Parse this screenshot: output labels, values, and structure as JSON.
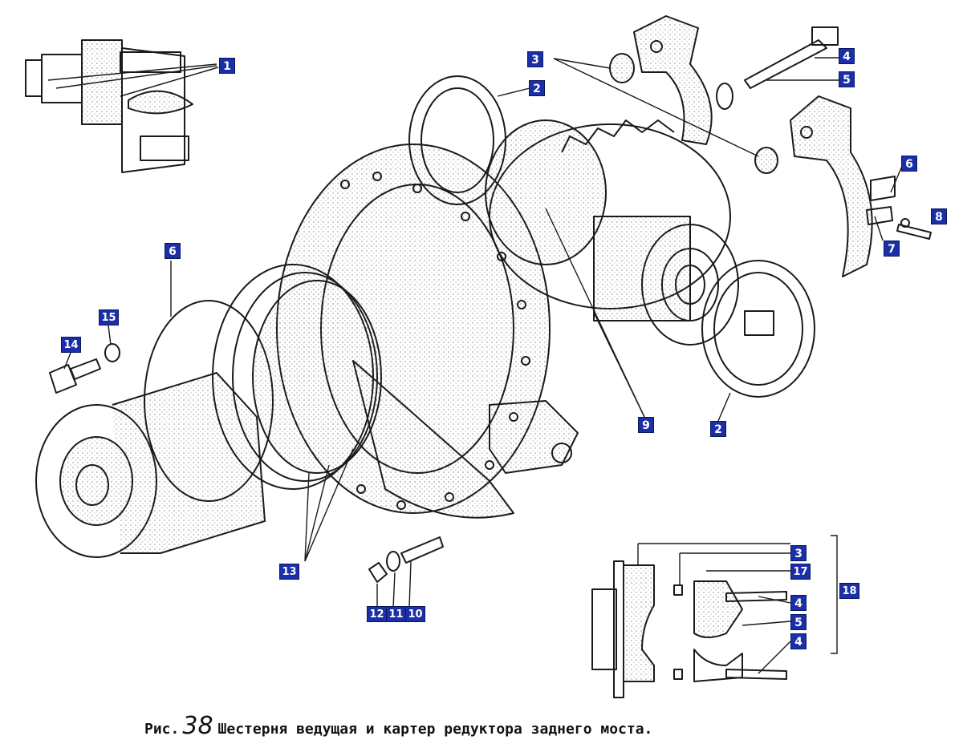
{
  "caption": {
    "prefix": "Рис.",
    "number": "38",
    "title": "Шестерня ведущая и картер редуктора заднего моста."
  },
  "callouts": [
    {
      "id": "c1",
      "label": "1"
    },
    {
      "id": "c3a",
      "label": "3"
    },
    {
      "id": "c2a",
      "label": "2"
    },
    {
      "id": "c4a",
      "label": "4"
    },
    {
      "id": "c5a",
      "label": "5"
    },
    {
      "id": "c6a",
      "label": "6"
    },
    {
      "id": "c8",
      "label": "8"
    },
    {
      "id": "c7",
      "label": "7"
    },
    {
      "id": "c6b",
      "label": "6"
    },
    {
      "id": "c15",
      "label": "15"
    },
    {
      "id": "c14",
      "label": "14"
    },
    {
      "id": "c9",
      "label": "9"
    },
    {
      "id": "c2b",
      "label": "2"
    },
    {
      "id": "c13",
      "label": "13"
    },
    {
      "id": "c12",
      "label": "12"
    },
    {
      "id": "c11",
      "label": "11"
    },
    {
      "id": "c10",
      "label": "10"
    },
    {
      "id": "c3b",
      "label": "3"
    },
    {
      "id": "c17",
      "label": "17"
    },
    {
      "id": "c18",
      "label": "18"
    },
    {
      "id": "c4b",
      "label": "4"
    },
    {
      "id": "c5b",
      "label": "5"
    },
    {
      "id": "c4c",
      "label": "4"
    }
  ],
  "colors": {
    "callout_bg": "#1a2fa8",
    "line": "#1a1a1a"
  }
}
